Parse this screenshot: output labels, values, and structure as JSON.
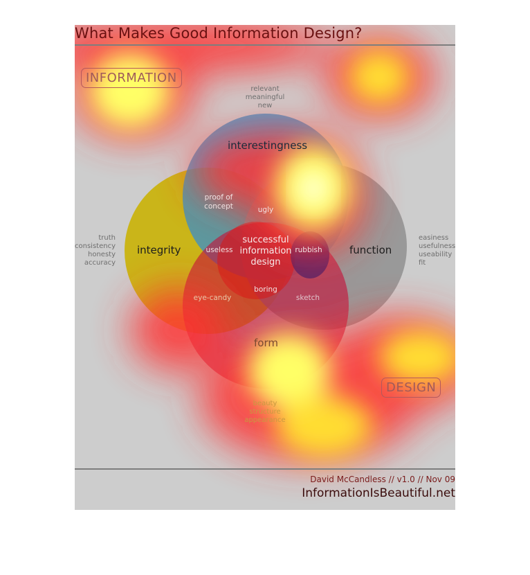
{
  "header": {
    "title": "What Makes Good Information Design?"
  },
  "corner_labels": {
    "information": "INFORMATION",
    "design": "DESIGN"
  },
  "sets": {
    "interestingness": {
      "label": "interestingness",
      "descriptors": [
        "relevant",
        "meaningful",
        "new"
      ],
      "color": "#3f8fc4"
    },
    "integrity": {
      "label": "integrity",
      "descriptors": [
        "truth",
        "consistency",
        "honesty",
        "accuracy"
      ],
      "color": "#c9b200"
    },
    "function": {
      "label": "function",
      "descriptors": [
        "easiness",
        "usefulness",
        "useability",
        "fit"
      ],
      "color": "#8a8a8a"
    },
    "form": {
      "label": "form",
      "descriptors": [
        "beauty",
        "structure",
        "appearance"
      ],
      "color": "#c4123a"
    }
  },
  "overlaps": {
    "proof_of_concept": "proof of concept",
    "ugly": "ugly",
    "useless": "useless",
    "rubbish": "rubbish",
    "boring": "boring",
    "eye_candy": "eye-candy",
    "sketch": "sketch",
    "center": "successful information design"
  },
  "footer": {
    "credit": "David McCandless // v1.0 // Nov 09",
    "site": "InformationIsBeautiful.net"
  },
  "heatmap": {
    "hot": "#ffff66",
    "warm": "#ff3030",
    "overlay": "heatmap"
  }
}
